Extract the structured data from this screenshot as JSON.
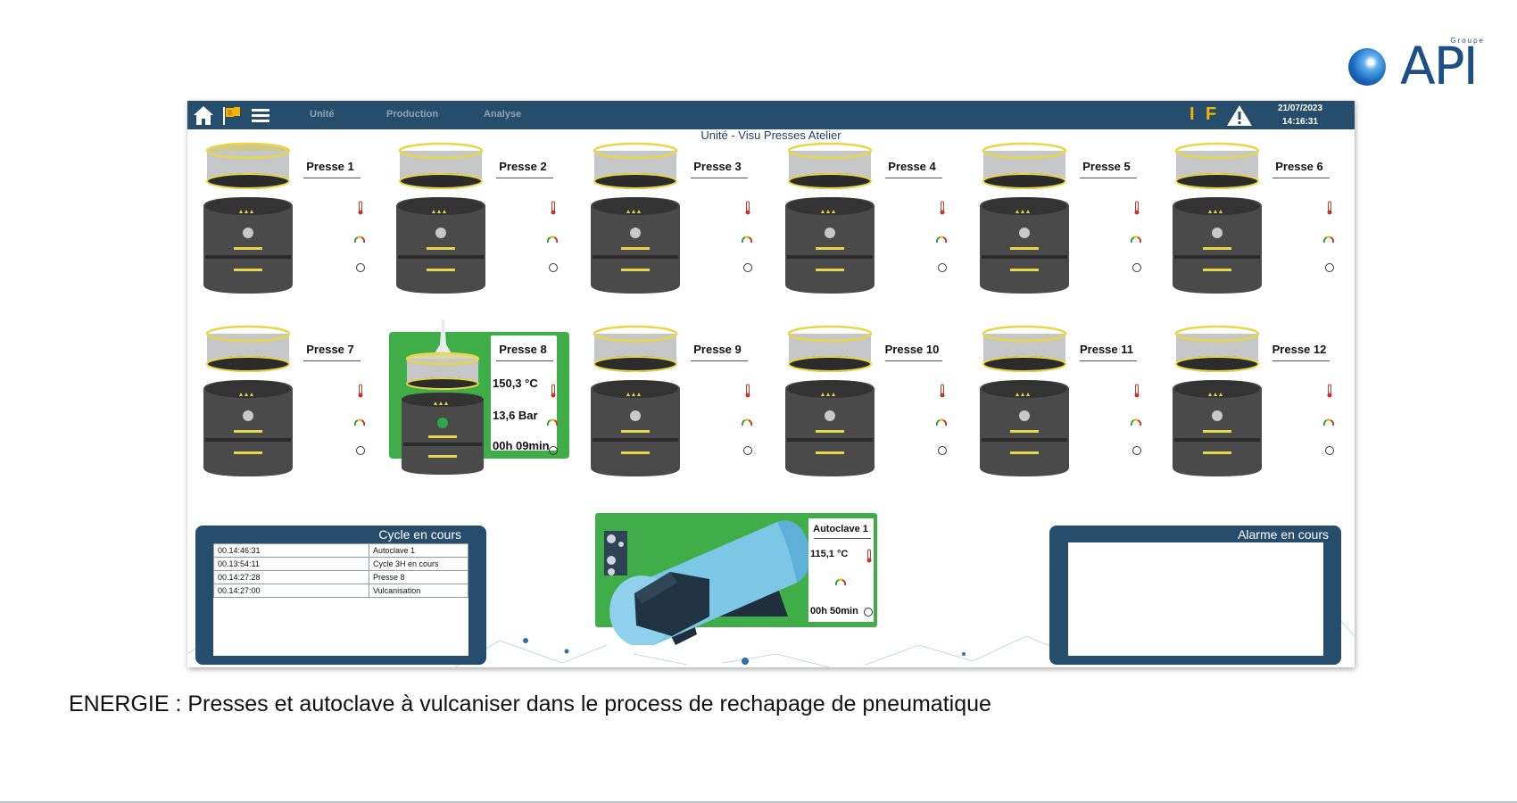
{
  "header": {
    "logo": {
      "groupe": "Groupe",
      "text": "API"
    }
  },
  "hmi": {
    "nav": {
      "unite": "Unité",
      "production": "Production",
      "analyse": "Analyse"
    },
    "indicators": {
      "i": "I",
      "f": "F"
    },
    "date": "21/07/2023",
    "time": "14:16:31",
    "screen_title": "Unité  - Visu Presses Atelier",
    "presses": [
      {
        "name": "Presse 1",
        "active": false,
        "temp": "",
        "pressure": "",
        "time": ""
      },
      {
        "name": "Presse 2",
        "active": false,
        "temp": "",
        "pressure": "",
        "time": ""
      },
      {
        "name": "Presse 3",
        "active": false,
        "temp": "",
        "pressure": "",
        "time": ""
      },
      {
        "name": "Presse 4",
        "active": false,
        "temp": "",
        "pressure": "",
        "time": ""
      },
      {
        "name": "Presse 5",
        "active": false,
        "temp": "",
        "pressure": "",
        "time": ""
      },
      {
        "name": "Presse 6",
        "active": false,
        "temp": "",
        "pressure": "",
        "time": ""
      },
      {
        "name": "Presse 7",
        "active": false,
        "temp": "",
        "pressure": "",
        "time": ""
      },
      {
        "name": "Presse 8",
        "active": true,
        "temp": "150,3 °C",
        "pressure": "13,6 Bar",
        "time": "00h 09min"
      },
      {
        "name": "Presse 9",
        "active": false,
        "temp": "",
        "pressure": "",
        "time": ""
      },
      {
        "name": "Presse 10",
        "active": false,
        "temp": "",
        "pressure": "",
        "time": ""
      },
      {
        "name": "Presse 11",
        "active": false,
        "temp": "",
        "pressure": "",
        "time": ""
      },
      {
        "name": "Presse 12",
        "active": false,
        "temp": "",
        "pressure": "",
        "time": ""
      }
    ],
    "cycle": {
      "title": "Cycle en cours",
      "rows": [
        {
          "time": "00.14:46:31",
          "label": "Autoclave 1"
        },
        {
          "time": "00.13:54:11",
          "label": "Cycle 3H en cours"
        },
        {
          "time": "00.14:27:28",
          "label": "Presse 8"
        },
        {
          "time": "00.14:27:00",
          "label": "Vulcanisation"
        }
      ]
    },
    "autoclave": {
      "name": "Autoclave 1",
      "temp": "115,1 °C",
      "time": "00h 50min"
    },
    "alarm": {
      "title": "Alarme en cours"
    }
  },
  "caption": "ENERGIE : Presses et autoclave à vulcaniser dans le process de rechapage de pneumatique",
  "colors": {
    "topbar": "#274d6c",
    "active_green": "#3fae49",
    "warning_yellow": "#f4b400",
    "tank_blue": "#7cc6e6"
  }
}
